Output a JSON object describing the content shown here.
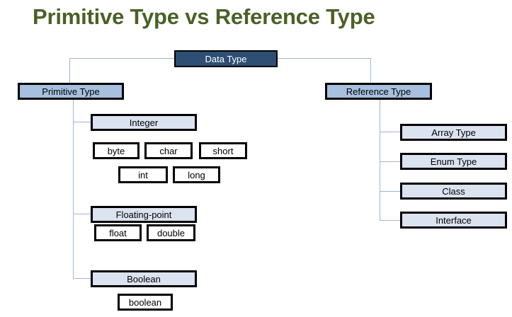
{
  "title": "Primitive Type vs Reference Type",
  "colors": {
    "title_green": "#4a6127",
    "root_fill": "#2f4e74",
    "root_text": "#ffffff",
    "level2_fill": "#a6c0de",
    "level3_fill": "#dce3f0",
    "leaf_fill": "#ffffff",
    "border": "#000000",
    "connector": "#9fb6d4",
    "background": "#ffffff"
  },
  "chart_data": {
    "type": "diagram",
    "title": "Primitive Type vs Reference Type",
    "root": "Data Type",
    "branches": [
      {
        "name": "Primitive Type",
        "groups": [
          {
            "name": "Integer",
            "members": [
              "byte",
              "char",
              "short",
              "int",
              "long"
            ]
          },
          {
            "name": "Floating-point",
            "members": [
              "float",
              "double"
            ]
          },
          {
            "name": "Boolean",
            "members": [
              "boolean"
            ]
          }
        ]
      },
      {
        "name": "Reference Type",
        "groups": [
          {
            "name": "Array Type",
            "members": []
          },
          {
            "name": "Enum Type",
            "members": []
          },
          {
            "name": "Class",
            "members": []
          },
          {
            "name": "Interface",
            "members": []
          }
        ]
      }
    ]
  },
  "nodes": {
    "root": "Data Type",
    "primitive": "Primitive Type",
    "reference": "Reference Type",
    "integer": "Integer",
    "floating_point": "Floating-point",
    "boolean_group": "Boolean",
    "byte": "byte",
    "char": "char",
    "short": "short",
    "int": "int",
    "long": "long",
    "float": "float",
    "double": "double",
    "boolean": "boolean",
    "array_type": "Array Type",
    "enum_type": "Enum Type",
    "class": "Class",
    "interface": "Interface"
  }
}
